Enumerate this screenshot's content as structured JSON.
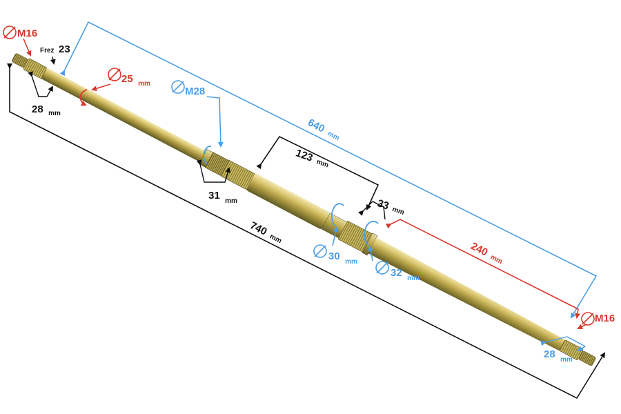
{
  "colors": {
    "black": "#111111",
    "blue": "#4a9de8",
    "red": "#d8382b",
    "shaft_light": "#e4d58a",
    "shaft_mid": "#bfa645",
    "shaft_dark": "#6f6a2c"
  },
  "labels": {
    "thread_left": "M16",
    "frez": "Frez",
    "frez_value": "23",
    "spline_left": "28",
    "spline_left_unit": "mm",
    "dia_25": "25",
    "dia_25_unit": "mm",
    "m28": "M28",
    "len_31": "31",
    "len_31_unit": "mm",
    "len_640": "640",
    "len_640_unit": "mm",
    "len_123": "123",
    "len_123_unit": "mm",
    "len_33": "33",
    "len_33_unit": "mm",
    "len_740": "740",
    "len_740_unit": "mm",
    "dia_30": "30",
    "dia_30_unit": "mm",
    "dia_32": "32",
    "dia_32_unit": "mm",
    "len_240": "240",
    "len_240_unit": "mm",
    "thread_right": "M16",
    "spline_right": "28",
    "spline_right_unit": "mm"
  }
}
